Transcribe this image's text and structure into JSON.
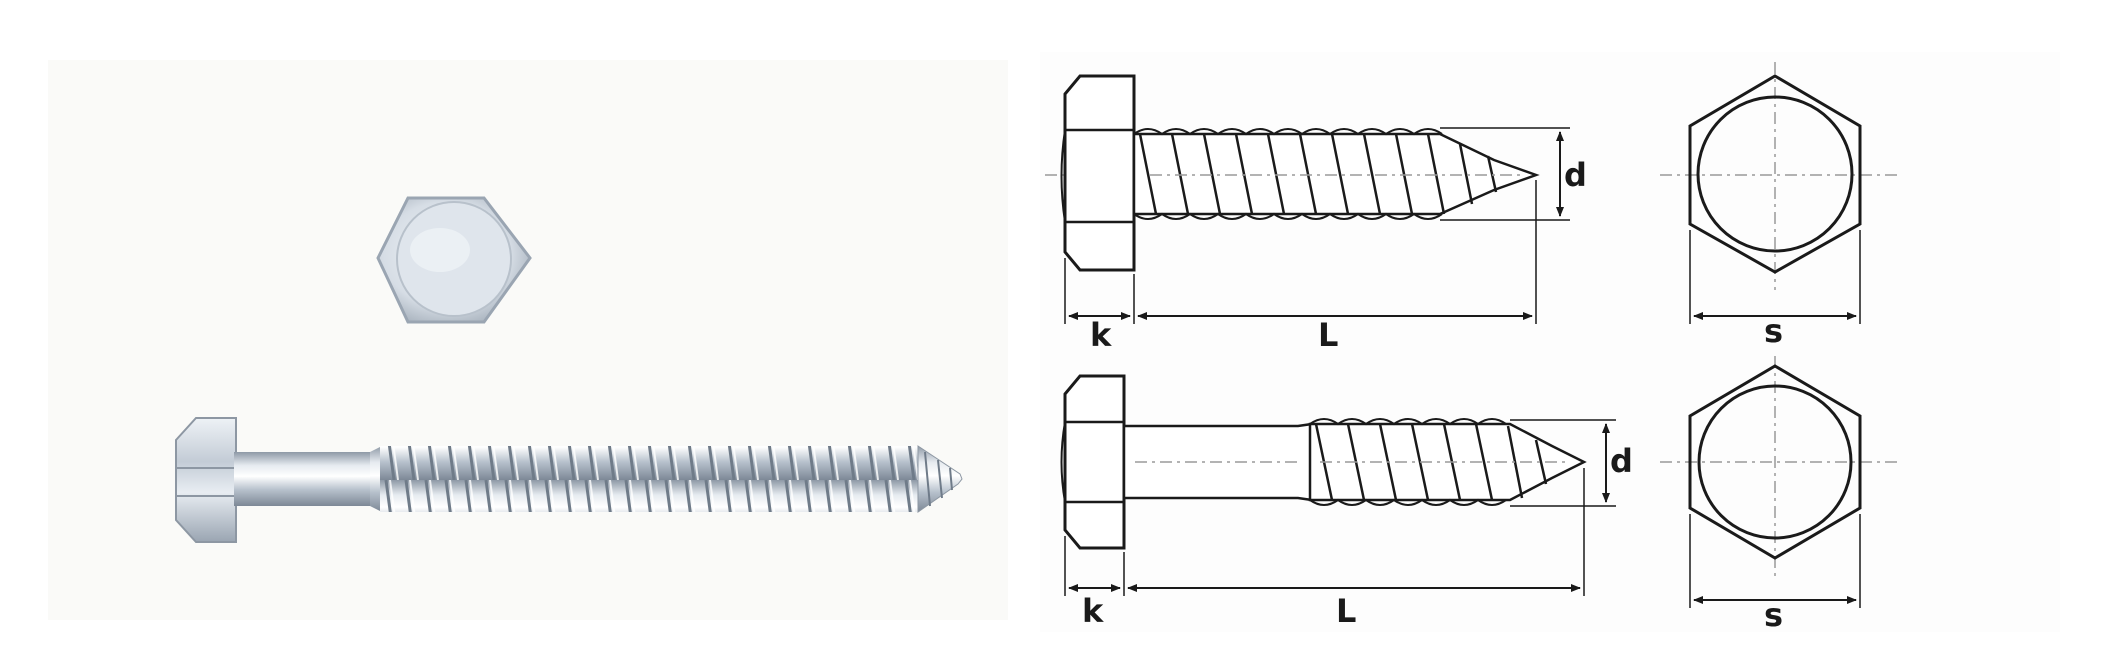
{
  "product": {
    "photo": {
      "head_view": "hex-head-top-view",
      "side_view": "hex-head-wood-screw-side-view",
      "finish_color": "#c9d3de"
    },
    "drawings": [
      {
        "variant": "fully-threaded",
        "labels": {
          "head_height": "k",
          "length": "L",
          "diameter": "d",
          "across_flats": "s"
        }
      },
      {
        "variant": "partially-threaded",
        "labels": {
          "head_height": "k",
          "length": "L",
          "diameter": "d",
          "across_flats": "s"
        }
      }
    ],
    "colors": {
      "line": "#1a1a1a",
      "centerline": "#9a9a9a",
      "photo_background": "#fafaf8"
    }
  }
}
